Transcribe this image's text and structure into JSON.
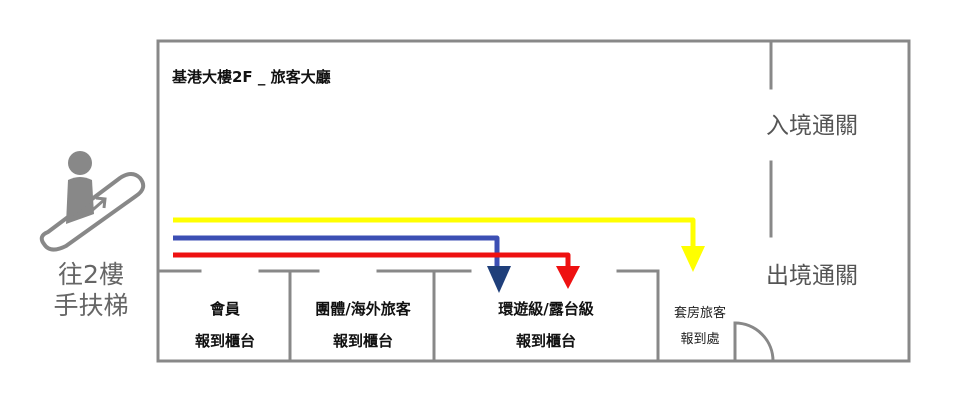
{
  "hall": {
    "title": "基港大樓2F _ 旅客大廳"
  },
  "escalator": {
    "line1": "往2樓",
    "line2": "手扶梯"
  },
  "gates": {
    "immigration": "入境通關",
    "emigration": "出境通關"
  },
  "counters": [
    {
      "line1": "會員",
      "line2": "報到櫃台"
    },
    {
      "line1": "團體/海外旅客",
      "line2": "報到櫃台"
    },
    {
      "line1": "環遊級/露台級",
      "line2": "報到櫃台"
    },
    {
      "line1": "套房旅客",
      "line2": "報到處"
    }
  ],
  "routes": [
    {
      "target": "套房旅客報到處",
      "color": "#ffff00"
    },
    {
      "target": "環遊級/露台級報到櫃台",
      "color": "#3c4fb4"
    },
    {
      "target": "環遊級/露台級報到櫃台",
      "color": "#ee1111"
    }
  ],
  "colors": {
    "wall": "#888888",
    "icon": "#888888",
    "arrow_blue": "#1f3f7a",
    "arrow_red": "#ee1111",
    "arrow_yellow": "#ffff00"
  }
}
